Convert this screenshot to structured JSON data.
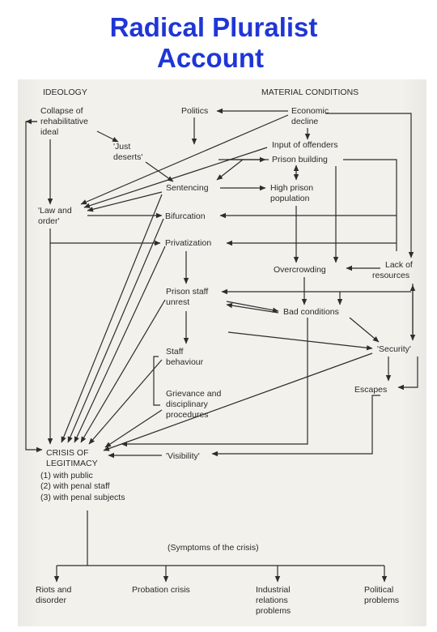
{
  "title": {
    "line1": "Radical Pluralist",
    "line2": "Account"
  },
  "headers": {
    "ideology": "IDEOLOGY",
    "material": "MATERIAL CONDITIONS"
  },
  "nodes": {
    "collapse": [
      "Collapse of",
      "rehabilitative",
      "ideal"
    ],
    "just_deserts": [
      "'Just",
      "deserts'"
    ],
    "law_order": [
      "'Law and",
      "order'"
    ],
    "politics": "Politics",
    "economic": [
      "Economic",
      "decline"
    ],
    "input": "Input of offenders",
    "prison_building": "Prison building",
    "sentencing": "Sentencing",
    "high_prison": [
      "High prison",
      "population"
    ],
    "bifurcation": "Bifurcation",
    "privatization": "Privatization",
    "overcrowding": "Overcrowding",
    "lack": [
      "Lack of",
      "resources"
    ],
    "staff_unrest": [
      "Prison staff",
      "unrest"
    ],
    "bad_conditions": "Bad conditions",
    "staff_behaviour": [
      "Staff",
      "behaviour"
    ],
    "security": "'Security'",
    "grievance": [
      "Grievance and",
      "disciplinary",
      "procedures"
    ],
    "escapes": "Escapes",
    "visibility": "'Visibility'",
    "crisis": [
      "CRISIS OF",
      "LEGITIMACY",
      "(1)  with public",
      "(2)  with penal staff",
      "(3)  with penal subjects"
    ],
    "symptoms": "(Symptoms of the crisis)",
    "riots": [
      "Riots and",
      "disorder"
    ],
    "probation": "Probation crisis",
    "industrial": [
      "Industrial",
      "relations",
      "problems"
    ],
    "political": [
      "Political",
      "problems"
    ]
  }
}
